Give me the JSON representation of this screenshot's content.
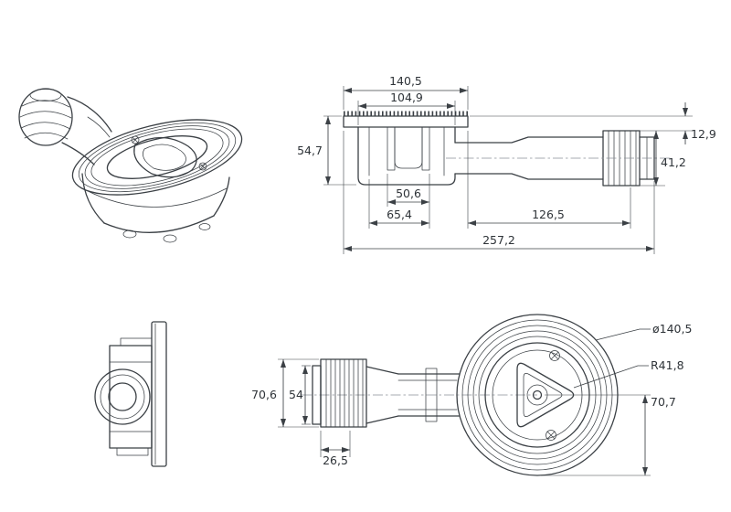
{
  "drawing": {
    "type": "technical-drawing",
    "subject": "shower-drain-siphon",
    "colors": {
      "line": "#3b4045",
      "text": "#2e3338",
      "background": "#ffffff"
    },
    "views": {
      "section": {
        "dims": {
          "flange_width": "140,5",
          "body_width": "104,9",
          "height_left": "54,7",
          "offset_top_right": "12,9",
          "outlet_height": "41,2",
          "inner_width": "50,6",
          "trap_width": "65,4",
          "outlet_length": "126,5",
          "overall_length": "257,2"
        }
      },
      "plan": {
        "dims": {
          "nut_width": "70,6",
          "pipe_width": "54",
          "nut_length": "26,5",
          "flange_diameter": "ø140,5",
          "insert_radius": "R41,8",
          "half_height": "70,7"
        }
      }
    }
  }
}
